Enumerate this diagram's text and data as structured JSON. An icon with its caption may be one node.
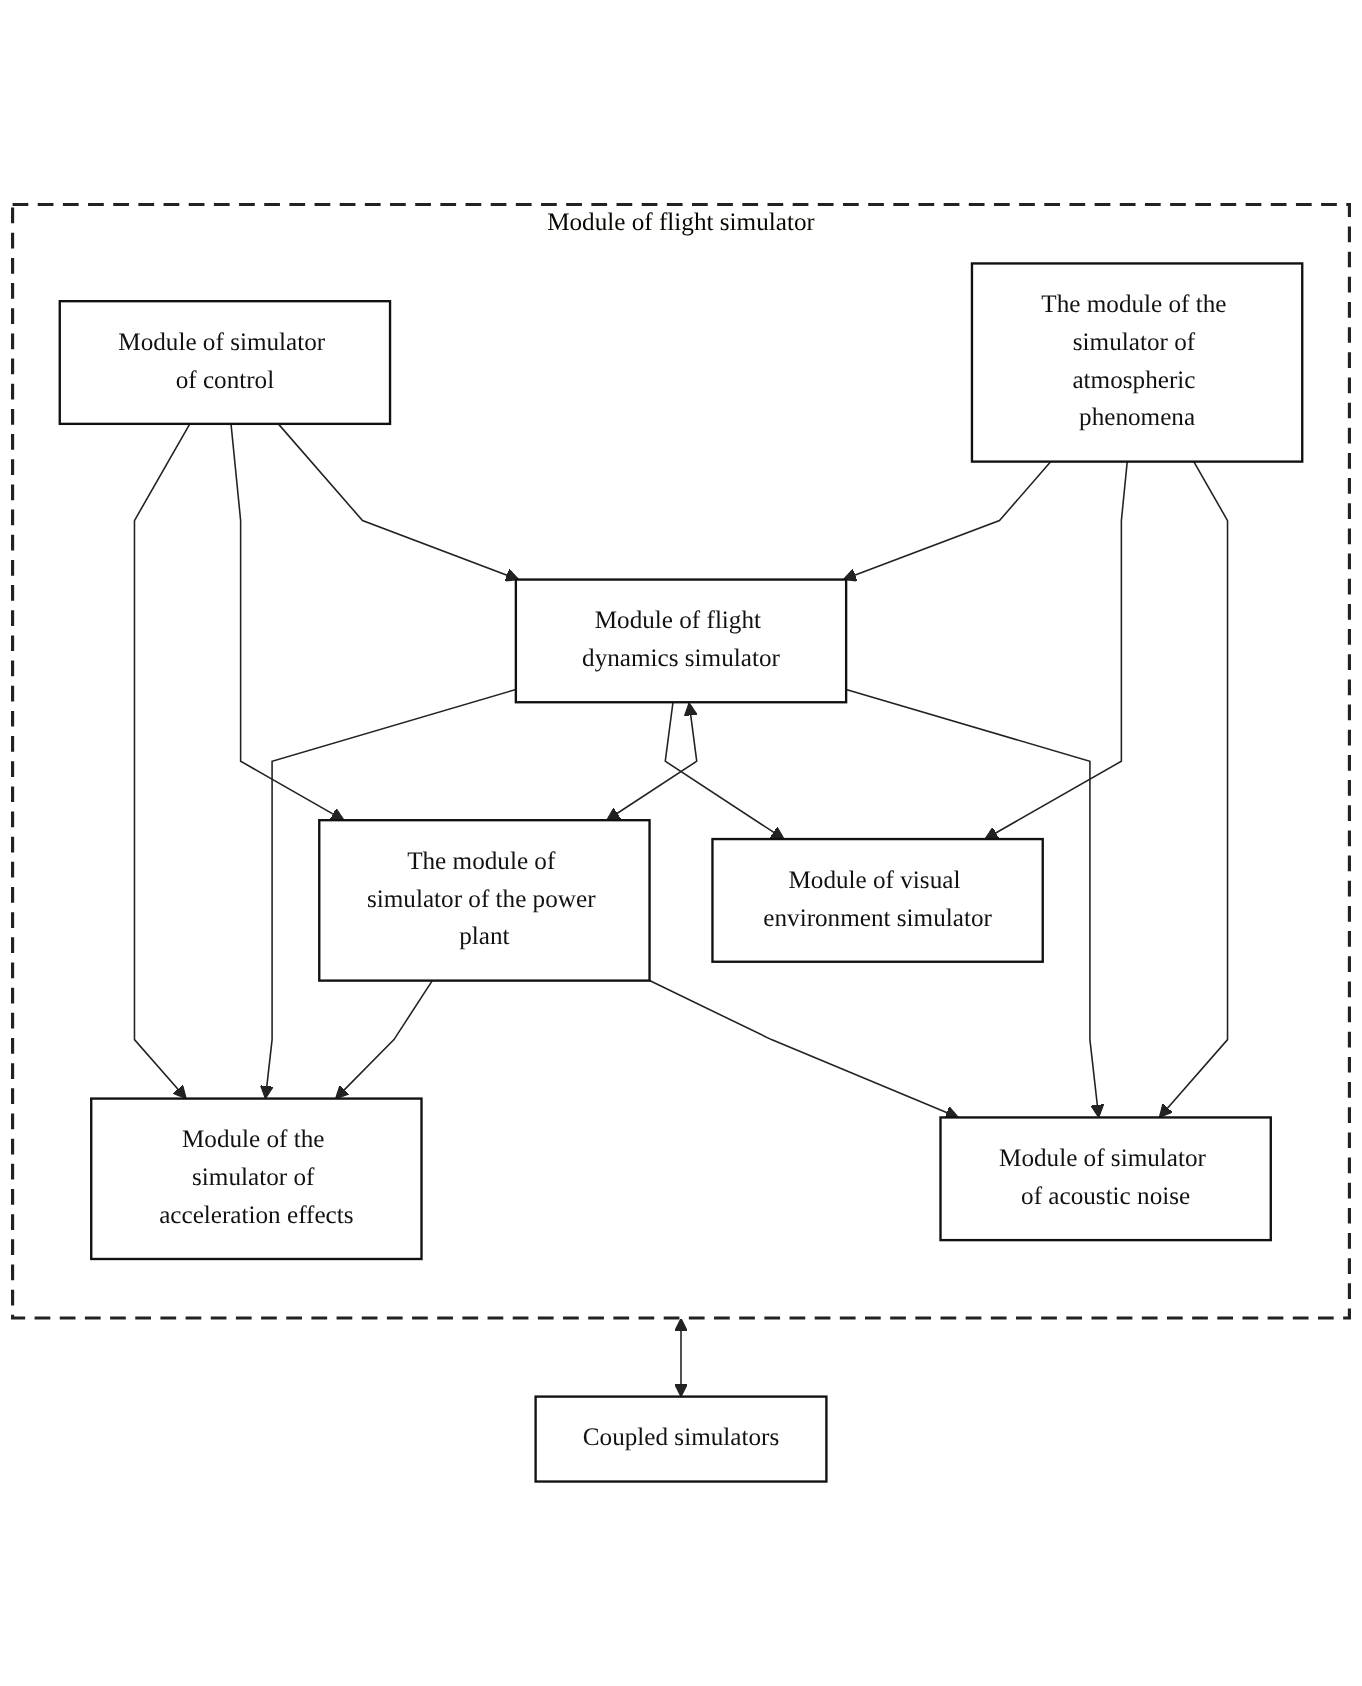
{
  "diagram": {
    "nodes": [
      {
        "text": [
          "Module of flight simulator"
        ]
      },
      {
        "text": [
          "Module of simulator of control"
        ],
        "in": 0
      },
      {
        "text": [
          "The module of the simulator of atmospheric phenomena"
        ],
        "in": 0
      },
      {
        "text": [
          "Module of the simulator of acceleration effects"
        ],
        "in": 0
      },
      {
        "text": [
          "Module of flight dynamics simulator"
        ],
        "in": 0
      },
      {
        "text": [
          "Module of visual environment simulator"
        ],
        "in": 0
      },
      {
        "text": [
          "The module of simulator of the power plant"
        ],
        "in": 0
      },
      {
        "text": [
          "Module of simulator of acoustic noise"
        ],
        "in": 0
      },
      {
        "text": [
          "Coupled simulators"
        ]
      }
    ],
    "edges": [
      {
        "from": 1,
        "to": 3,
        "arrow": "to"
      },
      {
        "from": 1,
        "to": 6,
        "arrow": "to"
      },
      {
        "from": 1,
        "to": 4,
        "arrow": "to"
      },
      {
        "from": 2,
        "to": 4,
        "arrow": "to"
      },
      {
        "from": 2,
        "to": 5,
        "arrow": "to"
      },
      {
        "from": 2,
        "to": 7,
        "arrow": "to"
      },
      {
        "from": 4,
        "to": 3,
        "arrow": "to"
      },
      {
        "from": 4,
        "to": 5,
        "arrow": "to"
      },
      {
        "from": 6,
        "to": 3,
        "arrow": "to"
      },
      {
        "from": 4,
        "to": 6,
        "arrow": "both"
      },
      {
        "from": 4,
        "to": 7,
        "arrow": "to"
      },
      {
        "from": 6,
        "to": 7,
        "arrow": "to"
      },
      {
        "from": 0,
        "to": 8,
        "arrow": "both"
      }
    ]
  }
}
